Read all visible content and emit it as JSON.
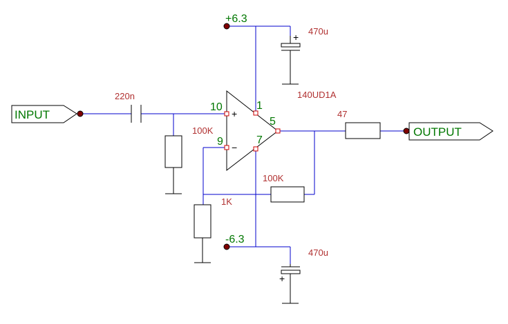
{
  "ports": {
    "input": "INPUT",
    "output": "OUTPUT"
  },
  "supplies": {
    "positive": "+6.3",
    "negative": "-6.3"
  },
  "opamp": {
    "part": "140UD1A",
    "non_inverting_sign": "+",
    "inverting_sign": "−",
    "pins": {
      "non_inverting": "10",
      "inverting": "9",
      "positive_supply": "1",
      "negative_supply": "7",
      "output": "5"
    }
  },
  "components": {
    "input_capacitor": "220n",
    "input_resistor": "100K",
    "feedback_resistor": "100K",
    "ground_resistor": "1K",
    "output_resistor": "47",
    "top_capacitor": "470u",
    "bottom_capacitor": "470u",
    "cap_polarity": "+"
  }
}
